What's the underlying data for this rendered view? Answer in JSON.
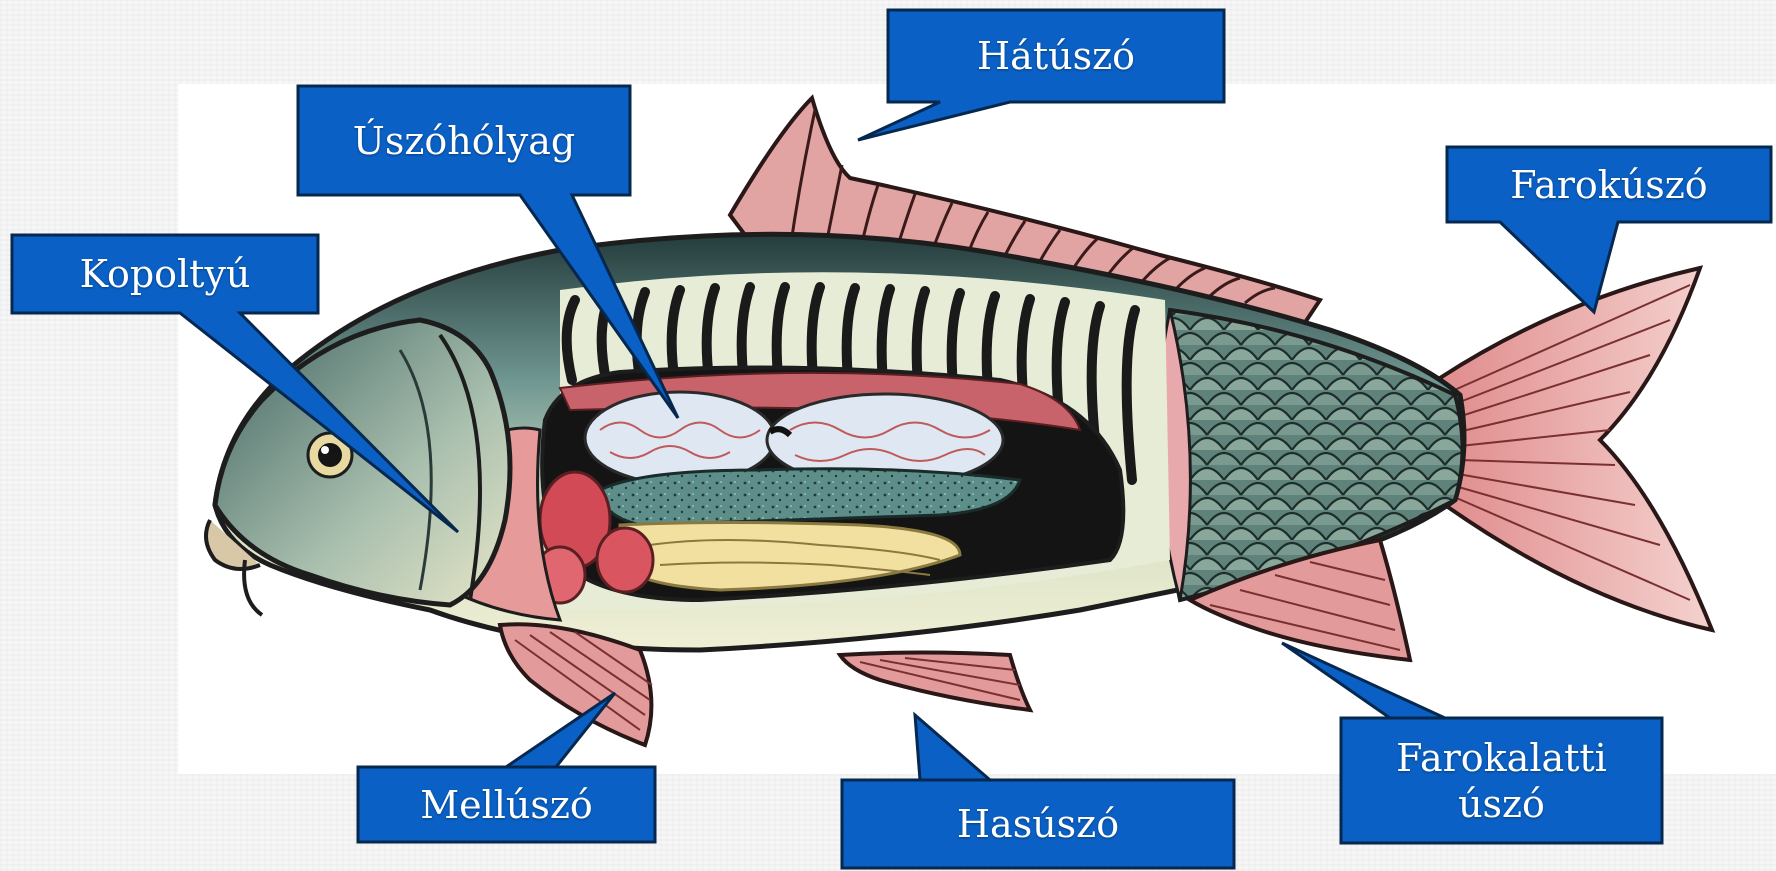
{
  "diagram": {
    "subject": "carp-anatomy",
    "labels": {
      "hatuszo": "Hátúszó",
      "uszoholyag": "Úszóhólyag",
      "farokuszo": "Farokúszó",
      "kopoltyu": "Kopoltyú",
      "melluszo": "Mellúszó",
      "hasuszo": "Hasúszó",
      "farokalatti_line1": "Farokalatti",
      "farokalatti_line2": "úszó"
    },
    "colors": {
      "callout_fill": "#0a60c4",
      "callout_stroke": "#06284f",
      "fin": "#e59a9a",
      "body_back": "#2f4f4f",
      "body_belly": "#e9eccf",
      "scales": "#6e8f86"
    }
  }
}
